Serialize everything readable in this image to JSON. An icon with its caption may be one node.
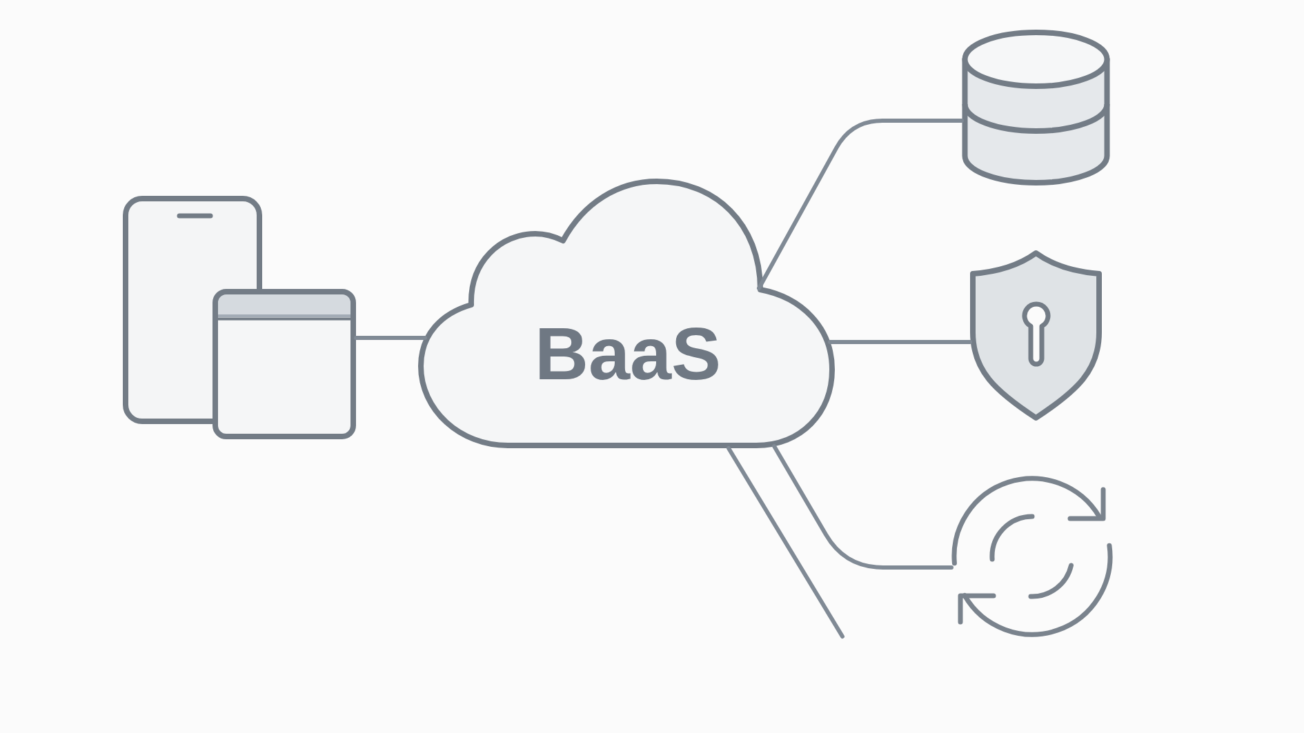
{
  "diagram": {
    "nodes": [
      {
        "text": [],
        "shape": "picture"
      },
      {
        "text": [
          "BaaS"
        ]
      },
      {
        "text": [],
        "shape": "cylinder"
      },
      {
        "text": [],
        "shape": "shield"
      },
      {
        "text": [],
        "shape": "picture"
      }
    ],
    "edges": [
      {
        "from": 0,
        "to": 1,
        "arrow": "none"
      },
      {
        "from": 1,
        "to": 2,
        "arrow": "none"
      },
      {
        "from": 1,
        "to": 3,
        "arrow": "none"
      },
      {
        "from": 1,
        "to": 4,
        "arrow": "none"
      },
      {
        "from": 1,
        "to": null,
        "arrow": "none"
      }
    ]
  }
}
